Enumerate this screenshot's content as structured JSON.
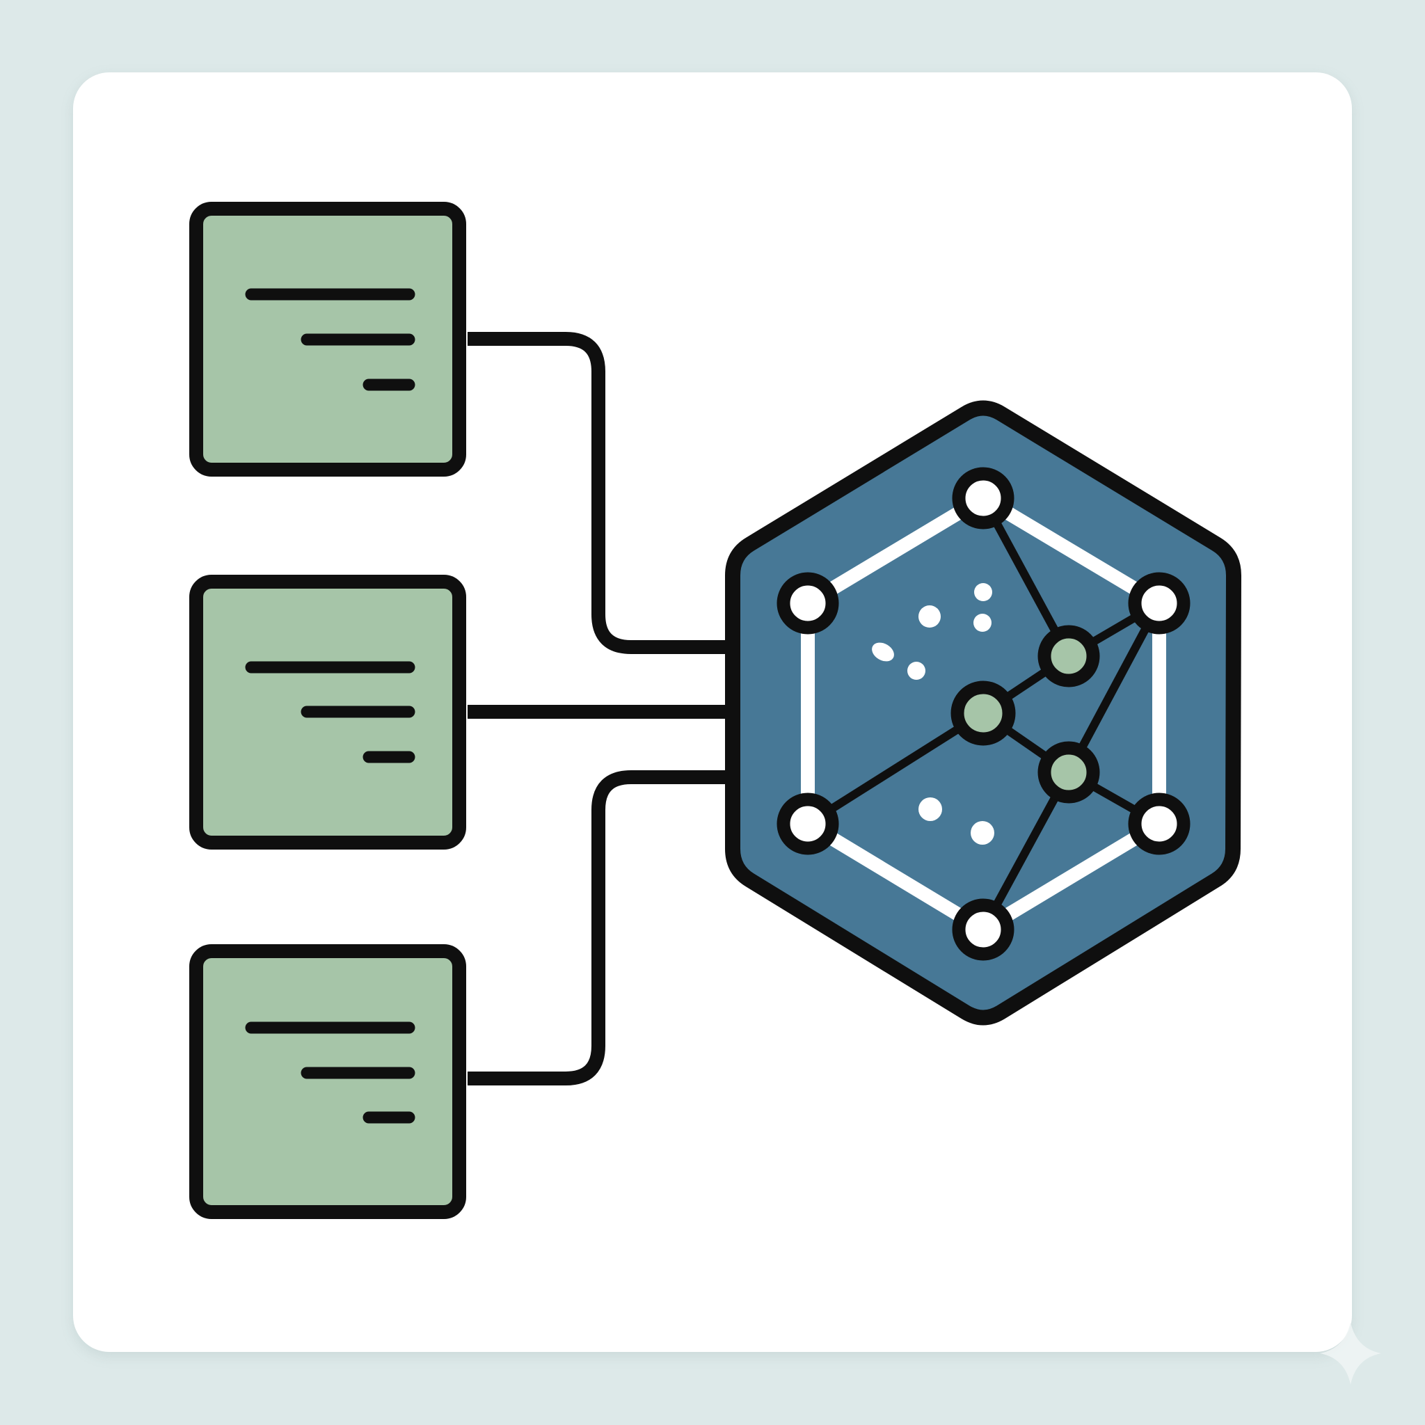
{
  "colors": {
    "background": "#dde9e9",
    "card": "#ffffff",
    "outline": "#0f0f0f",
    "document_fill": "#a6c5a8",
    "hub_fill": "#477896",
    "node_outer_fill": "#ffffff",
    "node_inner_fill": "#a6c5a8",
    "inner_edge": "#ffffff"
  },
  "documents": [
    {
      "icon": "document-icon",
      "lines": 3
    },
    {
      "icon": "document-icon",
      "lines": 3
    },
    {
      "icon": "document-icon",
      "lines": 3
    }
  ],
  "hub": {
    "shape": "hexagon",
    "icon": "network-graph-icon",
    "outer_nodes": 6,
    "inner_nodes": 3
  },
  "corner_decoration": "sparkle-icon"
}
